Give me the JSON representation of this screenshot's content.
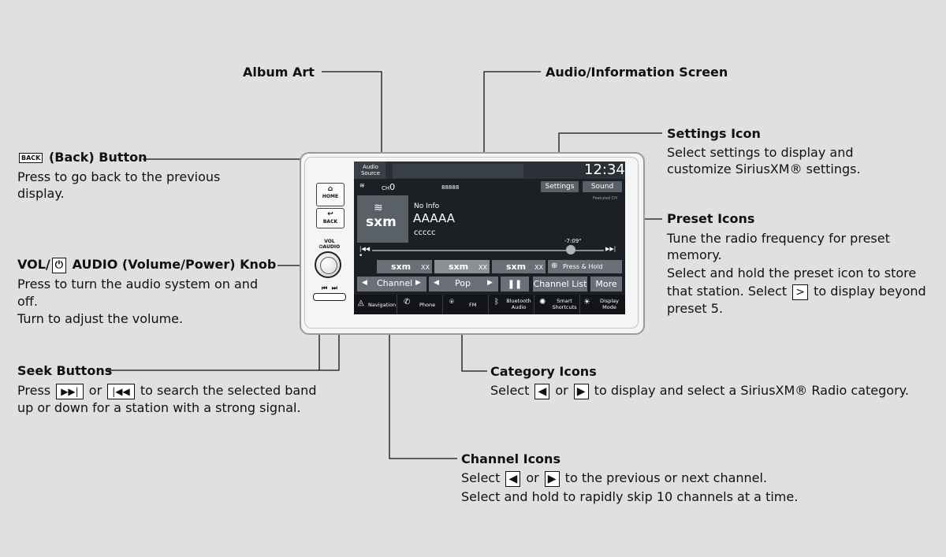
{
  "labels": {
    "album_art": "Album Art",
    "audio_info_screen": "Audio/Information Screen",
    "settings_icon_title": "Settings Icon",
    "settings_icon_desc1": "Select settings to display and",
    "settings_icon_desc2": "customize SiriusXM® settings.",
    "back_button_icon": "BACK",
    "back_button_title": "(Back) Button",
    "back_button_desc1": "Press to go back to the previous",
    "back_button_desc2": "display.",
    "vol_knob_title_prefix": "VOL/",
    "vol_knob_title_suffix": "AUDIO (Volume/Power) Knob",
    "vol_knob_desc1": "Press to turn the audio system on and",
    "vol_knob_desc2": "off.",
    "vol_knob_desc3": "Turn to adjust the volume.",
    "preset_icons_title": "Preset Icons",
    "preset_icons_desc1": "Tune the radio frequency for preset",
    "preset_icons_desc2": "memory.",
    "preset_icons_desc3": "Select and hold the preset icon to store",
    "preset_icons_desc4a": "that station. Select",
    "preset_icons_desc4key": ">",
    "preset_icons_desc4b": "to display beyond",
    "preset_icons_desc5": "preset 5.",
    "seek_buttons_title": "Seek Buttons",
    "seek_desc1a": "Press",
    "seek_desc1key1": "▶▶|",
    "seek_desc1b": "or",
    "seek_desc1key2": "|◀◀",
    "seek_desc1c": "to search the selected band",
    "seek_desc2": "up or down for a station with a strong signal.",
    "category_icons_title": "Category Icons",
    "category_desc_a": "Select",
    "category_desc_key1": "◀",
    "category_desc_b": "or",
    "category_desc_key2": "▶",
    "category_desc_c": "to display and select a SiriusXM® Radio category.",
    "channel_icons_title": "Channel Icons",
    "channel_desc1a": "Select",
    "channel_desc1key1": "◀",
    "channel_desc1b": "or",
    "channel_desc1key2": "▶",
    "channel_desc1c": "to the previous or next channel.",
    "channel_desc2": "Select and hold to rapidly skip 10 channels at a time."
  },
  "device": {
    "home_label": "HOME",
    "back_label": "BACK",
    "vol_label": "VOL",
    "audio_label": "AUDIO",
    "seek_prev": "⏮",
    "seek_next": "⏭"
  },
  "screen": {
    "audio_source": "Audio Source",
    "clock": "12:34",
    "channel_label": "CH",
    "channel_number": "0",
    "channel_name": "88888",
    "settings_button": "Settings",
    "sound_button": "Sound",
    "featured": "Featured CH",
    "no_info": "No Info",
    "artist": "AAAAA",
    "song": "ccccc",
    "time_remaining": "-7:09\"",
    "logo": "sxm",
    "presets": [
      {
        "logo": "sxm",
        "ch": "XX"
      },
      {
        "logo": "sxm",
        "ch": "XX"
      },
      {
        "logo": "sxm",
        "ch": "XX"
      }
    ],
    "press_hold": "Press & Hold",
    "channel_category": "Channel",
    "pop_category": "Pop",
    "pause": "❚❚",
    "channel_list": "Channel List",
    "more": "More",
    "nav_items": [
      {
        "label": "Navigation"
      },
      {
        "label": "Phone"
      },
      {
        "label": "FM"
      },
      {
        "label": "Bluetooth Audio"
      },
      {
        "label": "Smart Shortcuts"
      },
      {
        "label": "Display Mode"
      }
    ]
  }
}
